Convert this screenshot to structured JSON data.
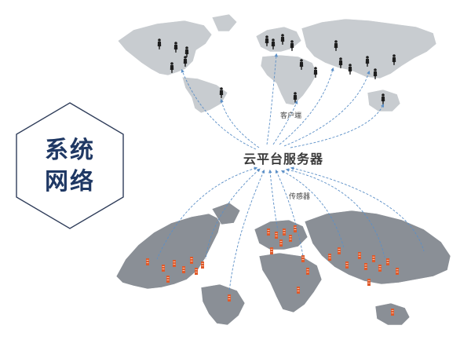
{
  "title": {
    "line1": "系统",
    "line2": "网络"
  },
  "hub": {
    "label": "云平台服务器"
  },
  "client": {
    "label": "客户端"
  },
  "sensor": {
    "label": "传感器"
  },
  "colors": {
    "title_text": "#1f3864",
    "hexagon_stroke": "#2f3d5a",
    "map_top": "#c8ccd0",
    "map_bottom": "#8a8f96",
    "link_lines": "#5b8fc7",
    "client_marker": "#1e1e1e",
    "sensor_marker": "#e05a2a"
  },
  "icons": {
    "client_marker": "person-icon",
    "sensor_marker": "sensor-icon"
  }
}
